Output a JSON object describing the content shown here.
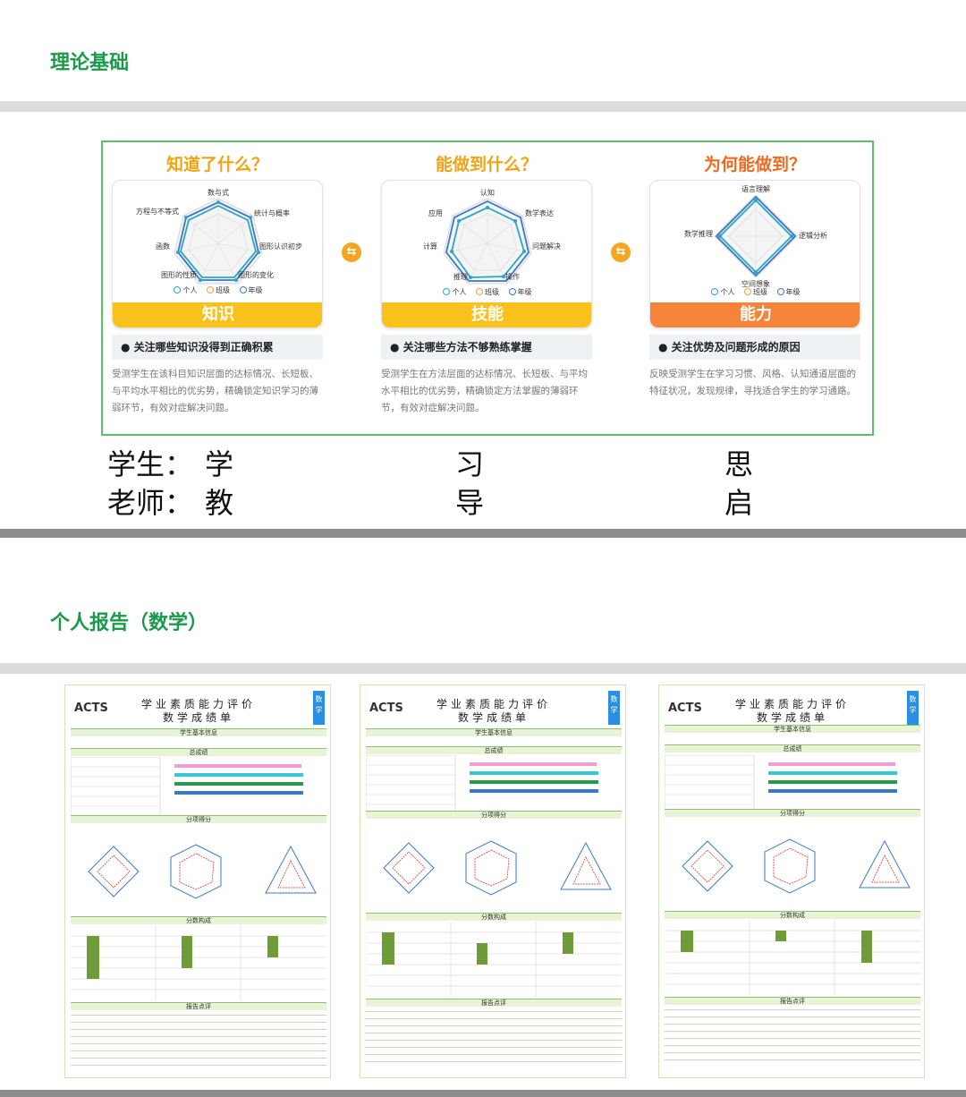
{
  "sections": {
    "theory_title": "理论基础",
    "report_title": "个人报告（数学）"
  },
  "columns": [
    {
      "question": "知道了什么？",
      "axes": [
        "数与式",
        "统计与概率",
        "图形认识初步",
        "图形的变化",
        "图形的性质",
        "函数",
        "方程与不等式"
      ],
      "bar": "知识",
      "focus": "● 关注哪些知识没得到正确积累",
      "desc": "受测学生在该科目知识层面的达标情况、长短板、与平均水平相比的优劣势，精确锁定知识学习的薄弱环节，有效对症解决问题。"
    },
    {
      "question": "能做到什么？",
      "axes": [
        "认知",
        "数学表达",
        "问题解决",
        "操作",
        "推理",
        "计算",
        "应用"
      ],
      "bar": "技能",
      "focus": "● 关注哪些方法不够熟练掌握",
      "desc": "受测学生在方法层面的达标情况、长短板、与平均水平相比的优劣势，精确锁定方法掌握的薄弱环节，有效对症解决问题。"
    },
    {
      "question": "为何能做到？",
      "axes": [
        "语言理解",
        "逻辑分析",
        "空间想象",
        "数学推理"
      ],
      "bar": "能力",
      "focus": "● 关注优势及问题形成的原因",
      "desc": "反映受测学生在学习习惯、风格、认知通道层面的特征状况，发现规律，寻找适合学生的学习通路。"
    }
  ],
  "legend": [
    "个人",
    "班级",
    "年级"
  ],
  "rows": [
    {
      "role": "学生：",
      "chars": [
        "学",
        "习",
        "思"
      ]
    },
    {
      "role": "老师：",
      "chars": [
        "教",
        "导",
        "启"
      ]
    }
  ],
  "report": {
    "brand": "ACTS",
    "title1": "学业素质能力评价",
    "title2": "数学成绩单",
    "tab": "数学",
    "sections": [
      "学生基本信息",
      "总成绩",
      "分项得分",
      "分数构成",
      "报告点评"
    ]
  },
  "colors": {
    "green": "#1a9a4a",
    "yellow": "#f8c11c",
    "orange": "#f5843a",
    "personal": "#2aa6c4",
    "class": "#f2a13a",
    "grade": "#3a78c9"
  }
}
